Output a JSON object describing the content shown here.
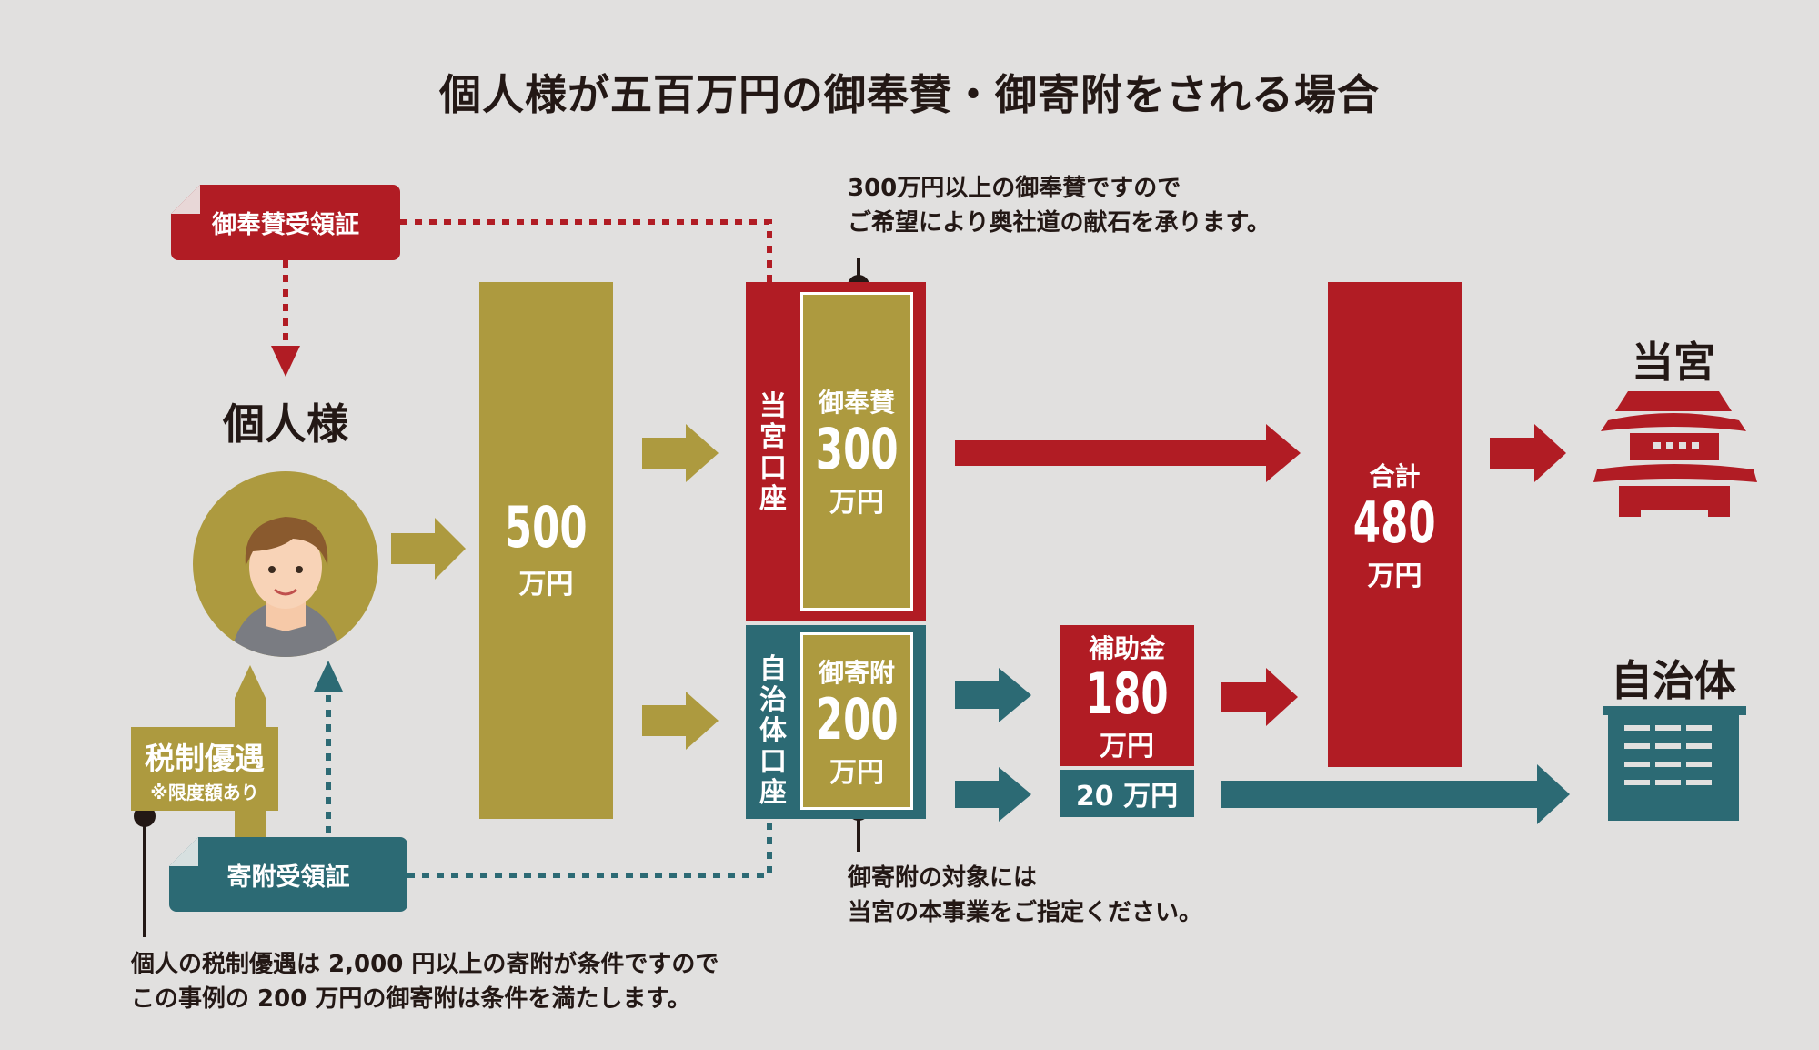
{
  "title": "個人様が五百万円の御奉賛・御寄附をされる場合",
  "colors": {
    "background": "#e1e0df",
    "red": "#b11c24",
    "olive": "#ad9a3f",
    "teal": "#2c6a74",
    "text": "#231815"
  },
  "receipt_top": "御奉賛受領証",
  "receipt_bottom": "寄附受領証",
  "person": {
    "label": "個人様",
    "icon": "person-avatar-icon"
  },
  "tax": {
    "label": "税制優遇",
    "sub": "※限度額あり"
  },
  "total_bar": {
    "amount": "500",
    "unit": "万円"
  },
  "account_shrine": {
    "label": "当宮口座",
    "name": "御奉賛",
    "amount": "300",
    "unit": "万円"
  },
  "account_city": {
    "label": "自治体口座",
    "name": "御寄附",
    "amount": "200",
    "unit": "万円"
  },
  "subsidy": {
    "name": "補助金",
    "amount": "180",
    "unit": "万円",
    "remainder": "20 万円"
  },
  "sum_bar": {
    "name": "合計",
    "amount": "480",
    "unit": "万円"
  },
  "dest_shrine": {
    "label": "当宮",
    "icon": "shrine-icon"
  },
  "dest_city": {
    "label": "自治体",
    "icon": "building-icon"
  },
  "note_top": [
    "300万円以上の御奉賛ですので",
    "ご希望により奥社道の献石を承ります。"
  ],
  "note_bottom": [
    "御寄附の対象には",
    "当宮の本事業をご指定ください。"
  ],
  "note_tax": [
    "個人の税制優遇は 2,000 円以上の寄附が条件ですので",
    "この事例の 200 万円の御寄附は条件を満たします。"
  ]
}
